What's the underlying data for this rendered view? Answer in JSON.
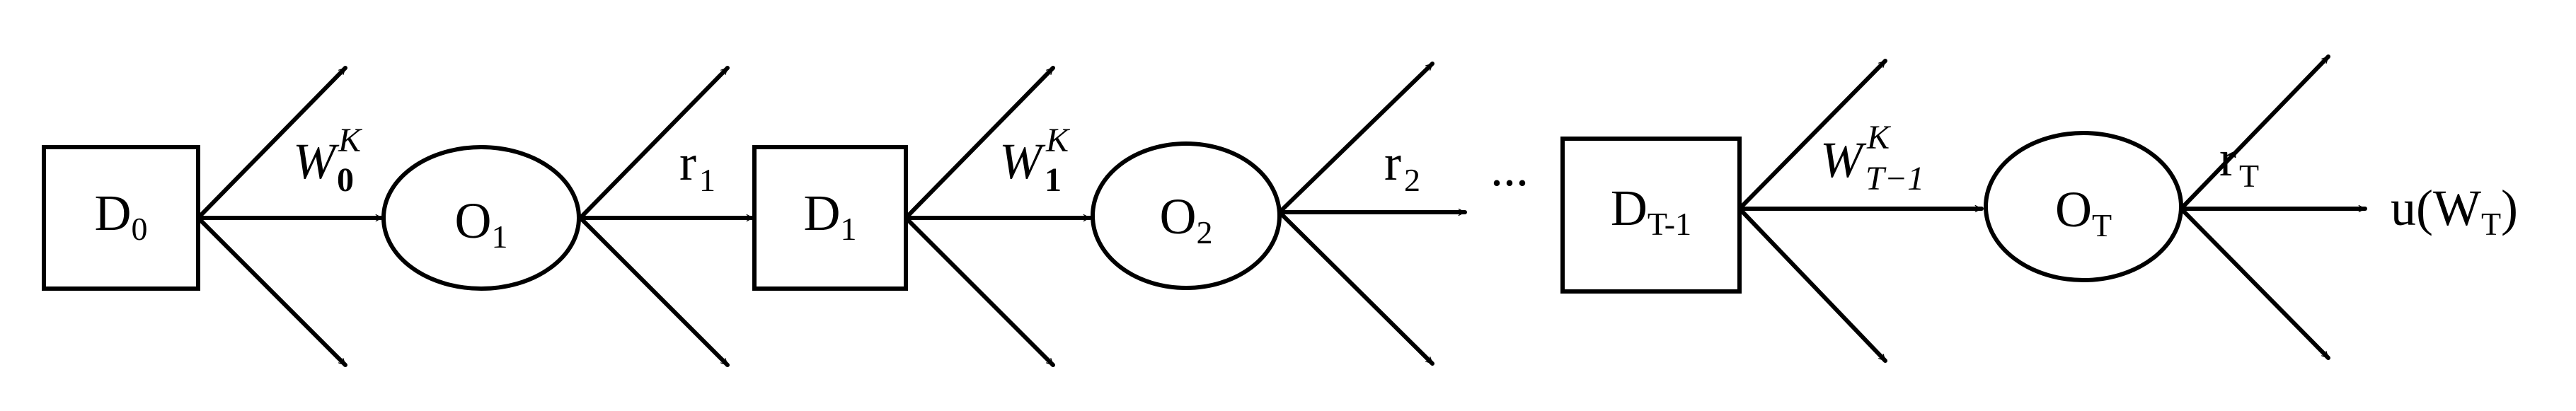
{
  "nodes": {
    "d0": {
      "letter": "D",
      "index": "0"
    },
    "o1": {
      "letter": "O",
      "index": "1"
    },
    "d1": {
      "letter": "D",
      "index": "1"
    },
    "o2": {
      "letter": "O",
      "index": "2"
    },
    "dt1": {
      "letter": "D",
      "index": "T-1"
    },
    "ot": {
      "letter": "O",
      "index": "T"
    }
  },
  "edges": {
    "w0": {
      "base": "W",
      "sub": "0",
      "sup": "K"
    },
    "r1": {
      "base": "r",
      "sub": "1"
    },
    "w1": {
      "base": "W",
      "sub": "1",
      "sup": "K"
    },
    "r2": {
      "base": "r",
      "sub": "2"
    },
    "wt1": {
      "base": "W",
      "sub": "T−1",
      "sup": "K"
    },
    "rt": {
      "base": "r",
      "sub": "T"
    }
  },
  "ellipsis": "...",
  "terminal": {
    "func": "u(W",
    "sub": "T",
    "close": ")"
  }
}
